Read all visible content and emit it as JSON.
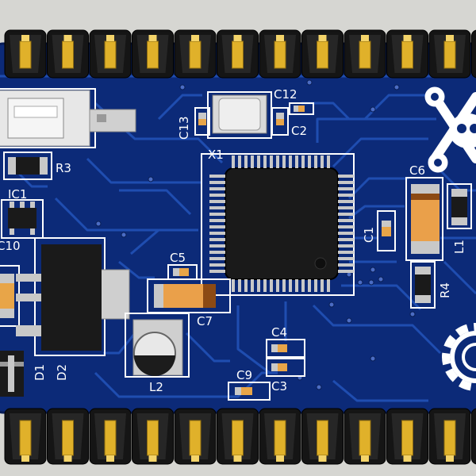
{
  "board": {
    "colors": {
      "background": "#d6d6d2",
      "pcb": "#0c2a78",
      "pcb_edge": "#081d57",
      "trace": "#1f4db0",
      "silkscreen": "#ffffff",
      "header_plastic": "#151515",
      "pin_gold": "#e0b12a",
      "chip_body": "#1a1a1a",
      "pad_silver": "#c8c8c8"
    },
    "labels": {
      "c12": "C12",
      "c13": "C13",
      "c2": "C2",
      "x1": "X1",
      "r3": "R3",
      "ic1": "IC1",
      "c10": "C10",
      "c5": "C5",
      "c6": "C6",
      "c1": "C1",
      "l1": "L1",
      "r4": "R4",
      "c7": "C7",
      "c4": "C4",
      "c3": "C3",
      "c9": "C9",
      "d1": "D1",
      "d2": "D2",
      "l2": "L2"
    },
    "icons": {
      "logo": "skull-and-wrench-icon",
      "gear": "gear-icon"
    }
  }
}
